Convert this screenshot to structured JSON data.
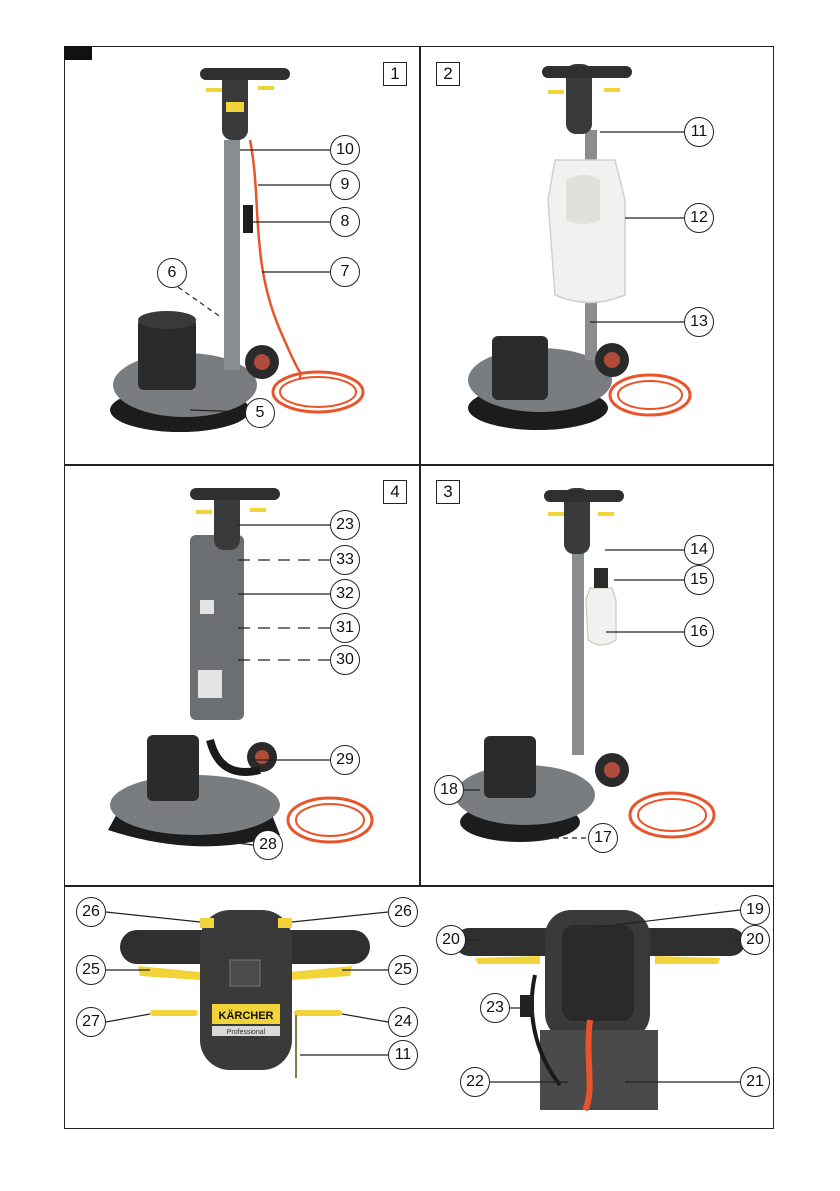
{
  "figures": {
    "fig1": "1",
    "fig2": "2",
    "fig3": "3",
    "fig4": "4"
  },
  "callouts": [
    "5",
    "6",
    "7",
    "8",
    "9",
    "10",
    "11",
    "12",
    "13",
    "14",
    "15",
    "16",
    "17",
    "18",
    "19",
    "20",
    "20",
    "21",
    "22",
    "23",
    "23",
    "24",
    "25",
    "25",
    "26",
    "26",
    "27",
    "28",
    "29",
    "30",
    "31",
    "32",
    "33",
    "11"
  ],
  "branding": {
    "logo_text": "KÄRCHER",
    "sub_text": "Professional"
  },
  "colors": {
    "machine_dark": "#2b2b2b",
    "machine_grey": "#7a7d80",
    "cable_orange": "#e8552a",
    "lever_yellow": "#f2d33a",
    "tank_white": "#f1f1ef"
  }
}
